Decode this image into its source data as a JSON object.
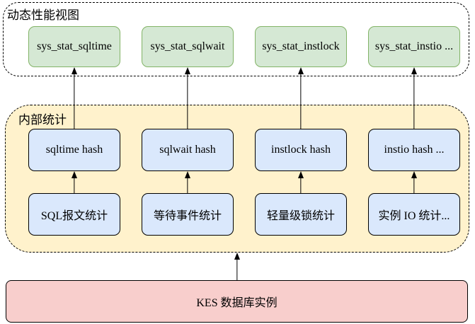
{
  "diagram": {
    "top_container": {
      "label": "动态性能视图",
      "views": [
        "sys_stat_sqltime",
        "sys_stat_sqlwait",
        "sys_stat_instlock",
        "sys_stat_instio ..."
      ]
    },
    "middle_container": {
      "label": "内部统计",
      "hash_nodes": [
        "sqltime hash",
        "sqlwait hash",
        "instlock hash",
        "instio hash ..."
      ],
      "stat_nodes": [
        "SQL报文统计",
        "等待事件统计",
        "轻量级锁统计",
        "实例 IO 统计..."
      ]
    },
    "bottom_node": {
      "label": "KES 数据库实例"
    },
    "colors": {
      "view_fill": "#d5e8d4",
      "view_border": "#82b366",
      "node_fill": "#dae8fc",
      "container_fill": "#fff2cc",
      "instance_fill": "#f8cecc",
      "line": "#000000"
    }
  }
}
